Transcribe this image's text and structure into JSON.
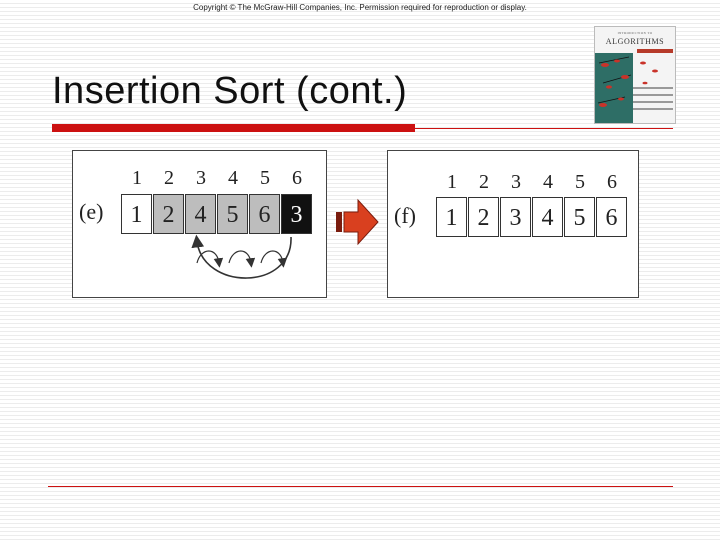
{
  "copyright": "Copyright © The McGraw-Hill Companies, Inc. Permission required for reproduction or display.",
  "title": "Insertion Sort (cont.)",
  "book": {
    "subtitle": "INTRODUCTION TO",
    "name": "ALGORITHMS"
  },
  "panel_e": {
    "label": "(e)",
    "indices": [
      "1",
      "2",
      "3",
      "4",
      "5",
      "6"
    ],
    "values": [
      "1",
      "2",
      "4",
      "5",
      "6",
      "3"
    ],
    "cell_styles": [
      "white",
      "gray",
      "gray",
      "gray",
      "gray",
      "black"
    ]
  },
  "panel_f": {
    "label": "(f)",
    "indices": [
      "1",
      "2",
      "3",
      "4",
      "5",
      "6"
    ],
    "values": [
      "1",
      "2",
      "3",
      "4",
      "5",
      "6"
    ]
  },
  "colors": {
    "accent_red": "#cc1111",
    "arrow": "#d9401f"
  }
}
